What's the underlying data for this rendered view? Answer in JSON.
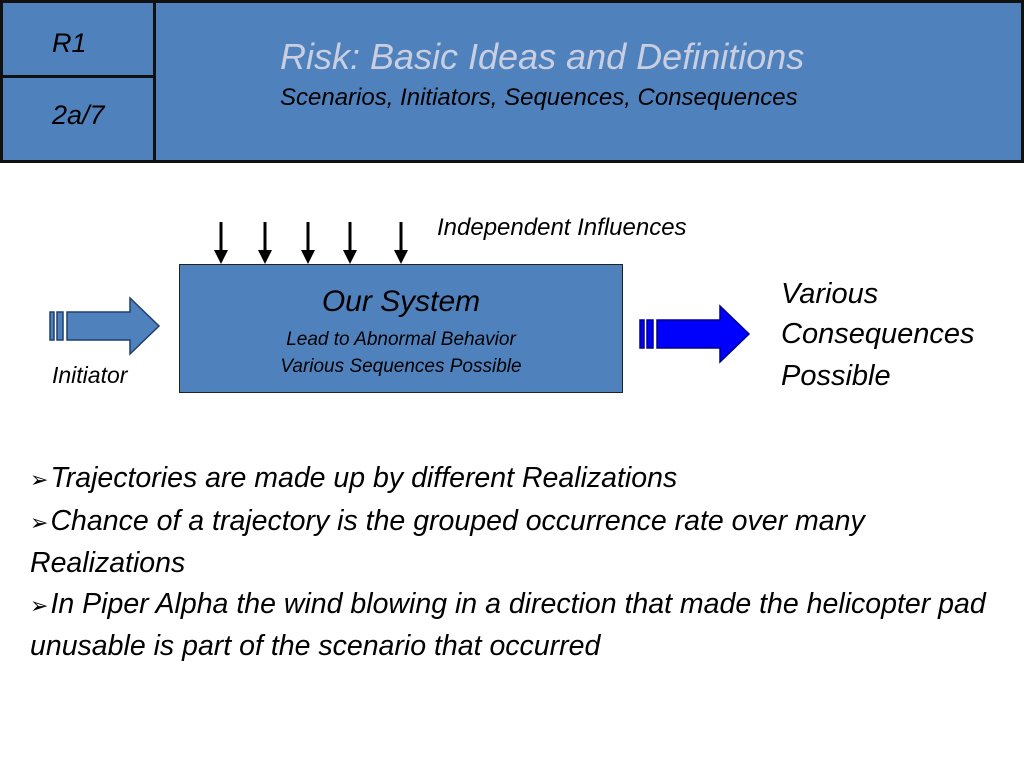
{
  "header": {
    "section": "R1",
    "slide_no": "2a/7",
    "title": "Risk: Basic Ideas and Definitions",
    "subtitle": "Scenarios, Initiators, Sequences, Consequences"
  },
  "diagram": {
    "influences_label": "Independent Influences",
    "system": {
      "title": "Our System",
      "line1": "Lead to Abnormal Behavior",
      "line2": "Various Sequences Possible"
    },
    "initiator_label": "Initiator",
    "consequences": [
      "Various",
      "Consequences",
      "Possible"
    ]
  },
  "bullets": [
    "Trajectories are made up by different Realizations",
    "Chance of a trajectory is the  grouped occurrence rate over many Realizations",
    "In Piper Alpha the wind blowing in a direction that made the helicopter pad unusable is part of the scenario that occurred"
  ],
  "colors": {
    "header_fill": "#4f81bd",
    "box_fill": "#4f81bd",
    "initiator_arrow": "#4f81bd",
    "consequence_arrow": "#0000ff"
  },
  "icons": {
    "bullet": "arrowhead-bullet-icon",
    "influence": "down-arrow-icon"
  }
}
